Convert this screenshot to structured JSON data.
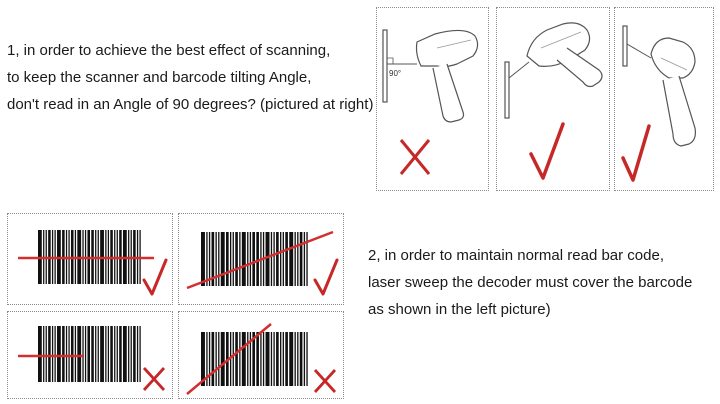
{
  "step1": {
    "lines": [
      "1, in order to achieve the best effect of scanning,",
      "to keep the scanner and barcode tilting Angle,",
      "don't read in an Angle of 90 degrees? (pictured at right)"
    ]
  },
  "step2": {
    "lines": [
      "2, in order to maintain normal read bar code,",
      "laser sweep the decoder must cover the barcode",
      "as shown in the left picture)"
    ]
  },
  "angle_panels": [
    {
      "result": "incorrect",
      "angle_label": "90°",
      "mark": "cross-mark-icon"
    },
    {
      "result": "correct",
      "mark": "check-mark-icon"
    },
    {
      "result": "correct",
      "mark": "check-mark-icon"
    }
  ],
  "coverage_panels": [
    {
      "result": "correct",
      "laser": "horizontal-full",
      "mark": "check-mark-icon"
    },
    {
      "result": "correct",
      "laser": "diagonal-full",
      "mark": "check-mark-icon"
    },
    {
      "result": "incorrect",
      "laser": "horizontal-partial",
      "mark": "cross-mark-icon"
    },
    {
      "result": "incorrect",
      "laser": "diagonal-partial",
      "mark": "cross-mark-icon"
    }
  ],
  "colors": {
    "mark": "#c62828",
    "laser": "#d32f2f",
    "bars": "#111111",
    "outline": "#555555",
    "border": "#8a8a8a"
  }
}
